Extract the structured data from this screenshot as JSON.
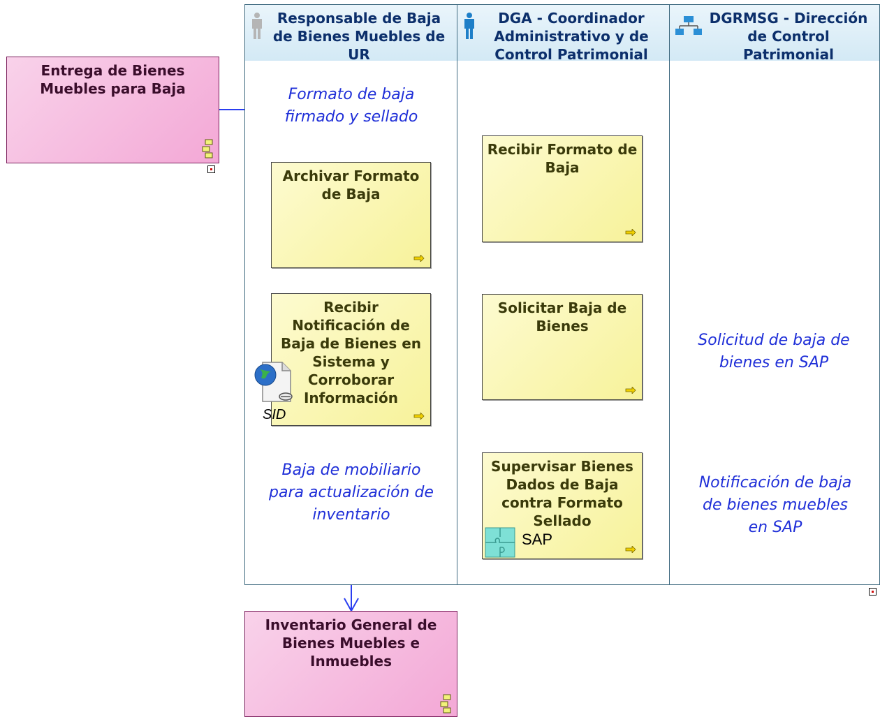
{
  "lanes": [
    {
      "title": "Responsable de Baja de Bienes Muebles de UR",
      "icon": "person-gray-icon"
    },
    {
      "title": "DGA - Coordinador Administrativo y de Control Patrimonial",
      "icon": "person-blue-icon"
    },
    {
      "title": "DGRMSG - Dirección de Control Patrimonial",
      "icon": "org-chart-icon"
    }
  ],
  "processes": {
    "entrega": "Entrega de Bienes Muebles para Baja",
    "inventario": "Inventario General de Bienes Muebles e Inmuebles"
  },
  "activities": {
    "archivar": "Archivar Formato de Baja",
    "recibir_notificacion": "Recibir Notificación de Baja de Bienes en Sistema y Corroborar Información",
    "recibir_formato": "Recibir Formato de Baja",
    "solicitar": "Solicitar Baja de Bienes",
    "supervisar": "Supervisar Bienes Dados de Baja contra Formato Sellado"
  },
  "flow_labels": {
    "formato": "Formato de baja firmado y sellado",
    "baja_mobiliario": "Baja de mobiliario para actualización de inventario",
    "solicitud_sap": "Solicitud de baja de bienes en SAP",
    "notificacion_sap": "Notificación de baja de bienes muebles en SAP"
  },
  "systems": {
    "sid": "SID",
    "sap": "SAP"
  },
  "colors": {
    "flow": "#2a3ef0",
    "activity_fill": "#f7f29a",
    "process_fill": "#f3a8d6",
    "lane_header": "#d3e9f5"
  }
}
